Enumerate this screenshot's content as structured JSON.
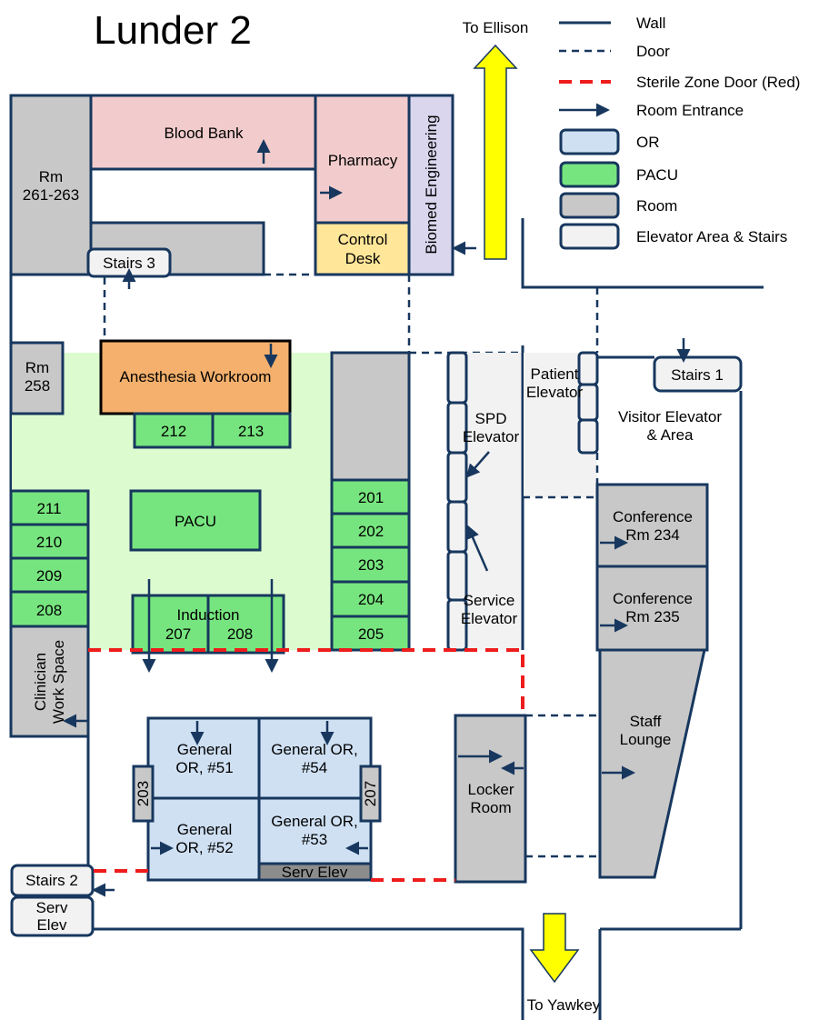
{
  "title": "Lunder 2",
  "directions": {
    "north": "To Ellison",
    "south": "To Yawkey"
  },
  "colors": {
    "wall": "#17375e",
    "sterile_door": "#ee1c1c",
    "or": "#cfe0f3",
    "pacu": "#77e57f",
    "pacu_area": "#dcfcd0",
    "room": "#c8c8c8",
    "elevator": "#f2f2f2",
    "pharmacy": "#f2cccc",
    "control_desk": "#ffe699",
    "anesthesia": "#f4b06c",
    "biomed": "#d9d6ee",
    "arrow": "#ffff00"
  },
  "legend": [
    {
      "label": "Wall",
      "symbol": "solid-line"
    },
    {
      "label": "Door",
      "symbol": "dashed-line"
    },
    {
      "label": "Sterile Zone Door (Red)",
      "symbol": "red-dashed-line"
    },
    {
      "label": "Room Entrance",
      "symbol": "arrow"
    },
    {
      "label": "OR",
      "symbol": "blue-box"
    },
    {
      "label": "PACU",
      "symbol": "green-box"
    },
    {
      "label": "Room",
      "symbol": "gray-box"
    },
    {
      "label": "Elevator Area & Stairs",
      "symbol": "light-box"
    }
  ],
  "rooms": {
    "rm261": [
      "Rm",
      "261-263"
    ],
    "blood_bank": "Blood Bank",
    "pharmacy": "Pharmacy",
    "control_desk": [
      "Control",
      "Desk"
    ],
    "biomed": "Biomed Engineering",
    "stairs3": "Stairs 3",
    "rm258": [
      "Rm",
      "258"
    ],
    "anesthesia": "Anesthesia Workroom",
    "r212": "212",
    "r213": "213",
    "left_bays": [
      "211",
      "210",
      "209",
      "208"
    ],
    "right_bays": [
      "201",
      "202",
      "203",
      "204",
      "205"
    ],
    "pacu": "PACU",
    "induction": [
      "Induction",
      "207",
      "208"
    ],
    "clinician": [
      "Clinician",
      "Work Space"
    ],
    "spd": [
      "SPD",
      "Elevator"
    ],
    "service_elev": [
      "Service",
      "Elevator"
    ],
    "patient_elev": [
      "Patient",
      "Elevator"
    ],
    "stairs1": "Stairs 1",
    "visitor": [
      "Visitor Elevator",
      "& Area"
    ],
    "conf234": [
      "Conference",
      "Rm 234"
    ],
    "conf235": [
      "Conference",
      "Rm 235"
    ],
    "staff_lounge": [
      "Staff",
      "Lounge"
    ],
    "locker": [
      "Locker",
      "Room"
    ],
    "or51": [
      "General",
      "OR, #51"
    ],
    "or54": [
      "General OR,",
      "#54"
    ],
    "or52": [
      "General",
      "OR, #52"
    ],
    "or53": [
      "General OR,",
      "#53"
    ],
    "serv_elev_or": "Serv Elev",
    "r203": "203",
    "r207": "207",
    "stairs2": "Stairs 2",
    "serv_elev": [
      "Serv",
      "Elev"
    ]
  }
}
